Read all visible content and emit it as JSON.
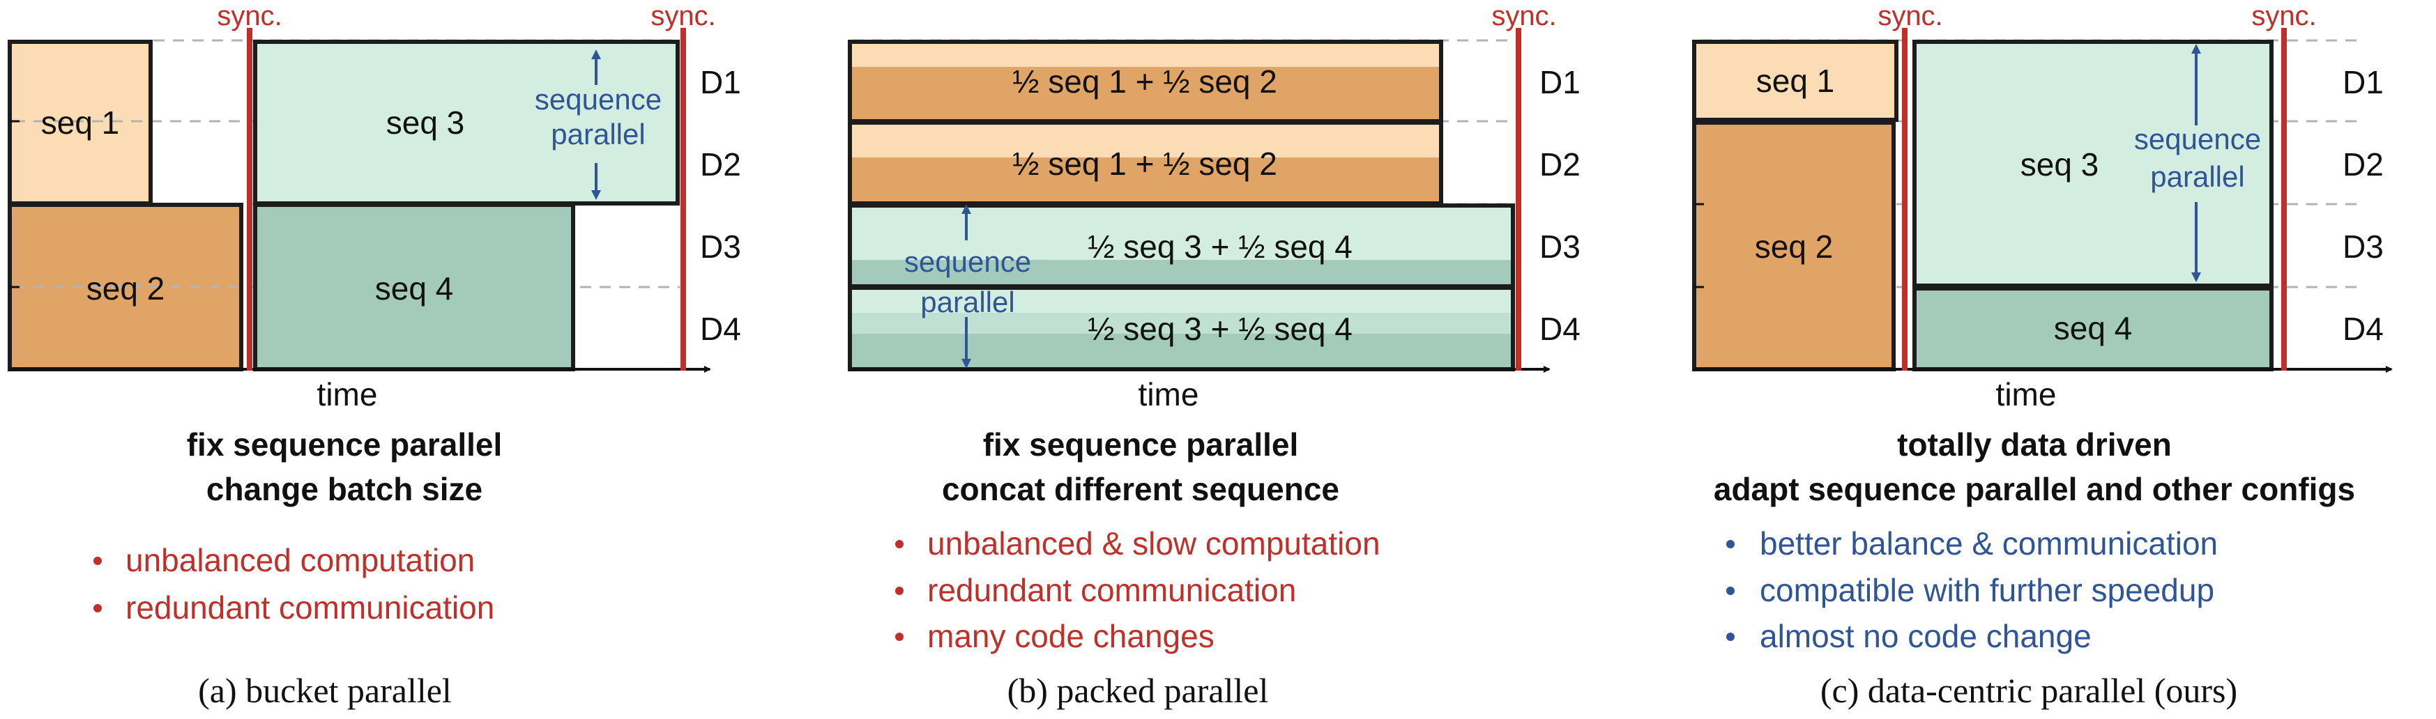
{
  "colors": {
    "sync": "#c0302a",
    "light_orange": "#fbdcb5",
    "dark_orange": "#e0a466",
    "mid_orange": "#eab682",
    "light_teal": "#d3eee0",
    "dark_teal": "#a4cabc",
    "mid_teal": "#bfe0d2",
    "annotation_blue": "#2f5597",
    "bad_red": "#c0302a",
    "good_blue": "#2f5597"
  },
  "devices": [
    "D1",
    "D2",
    "D3",
    "D4"
  ],
  "sync_label": "sync.",
  "panels": [
    {
      "id": "a",
      "time_label": "time",
      "blocks": {
        "seq1": "seq 1",
        "seq2": "seq 2",
        "seq3": "seq 3",
        "seq4": "seq 4"
      },
      "annotation": [
        "sequence",
        "parallel"
      ],
      "heading": [
        "fix sequence parallel",
        "change batch size"
      ],
      "bullet_style": "bad",
      "bullets": [
        "unbalanced computation",
        "redundant communication"
      ],
      "caption": "(a) bucket parallel"
    },
    {
      "id": "b",
      "time_label": "time",
      "blocks": {
        "row1": "½ seq 1 + ½ seq 2",
        "row2": "½ seq 1 + ½ seq 2",
        "row3": "½ seq 3 + ½ seq 4",
        "row4": "½ seq 3 + ½ seq 4"
      },
      "annotation": [
        "sequence",
        "parallel"
      ],
      "heading": [
        "fix sequence parallel",
        "concat different sequence"
      ],
      "bullet_style": "bad",
      "bullets": [
        "unbalanced & slow computation",
        "redundant communication",
        "many code changes"
      ],
      "caption": "(b) packed parallel"
    },
    {
      "id": "c",
      "time_label": "time",
      "blocks": {
        "seq1": "seq 1",
        "seq2": "seq 2",
        "seq3": "seq 3",
        "seq4": "seq 4"
      },
      "annotation": [
        "sequence",
        "parallel"
      ],
      "heading": [
        "totally data driven",
        "adapt sequence parallel and other configs"
      ],
      "bullet_style": "good",
      "bullets": [
        "better balance & communication",
        "compatible with further speedup",
        "almost no code change"
      ],
      "caption": "(c) data-centric parallel (ours)"
    }
  ]
}
